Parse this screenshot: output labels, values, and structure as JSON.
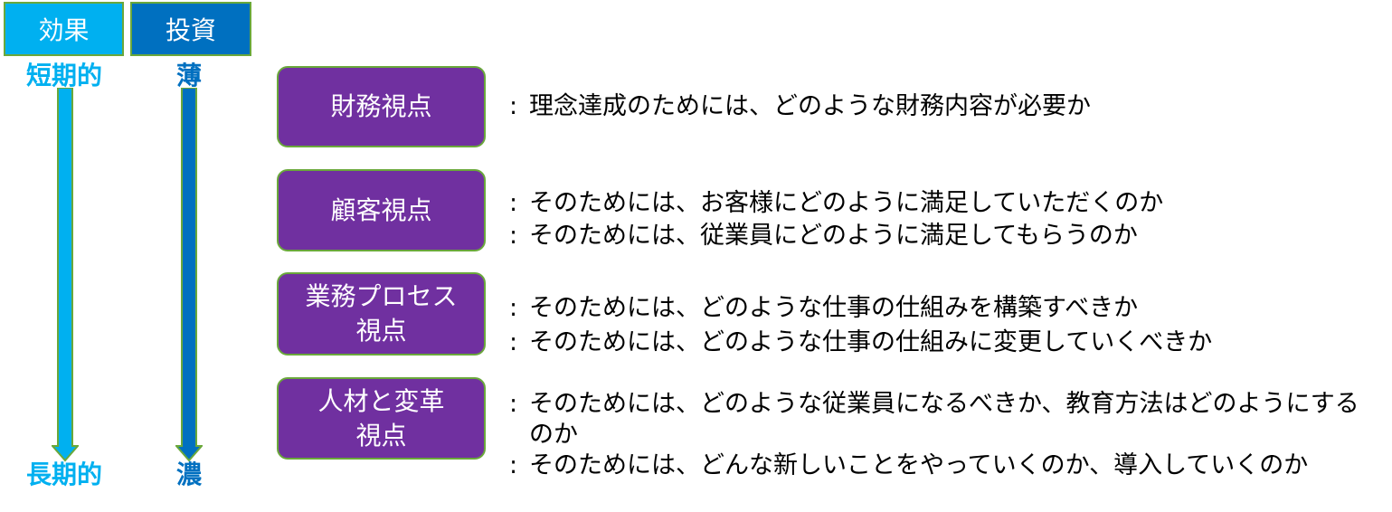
{
  "headers": {
    "effect": "効果",
    "investment": "投資"
  },
  "axis_labels": {
    "effect_top": "短期的",
    "effect_bottom": "長期的",
    "investment_top": "薄",
    "investment_bottom": "濃"
  },
  "perspectives": [
    {
      "label_lines": [
        "財務視点"
      ],
      "descriptions": [
        [
          ":",
          "理念達成のためには、どのような財務内容が必要か"
        ]
      ]
    },
    {
      "label_lines": [
        "顧客視点"
      ],
      "descriptions": [
        [
          ":",
          "そのためには、お客様にどのように満足していただくのか"
        ],
        [
          ":",
          "そのためには、従業員にどのように満足してもらうのか"
        ]
      ]
    },
    {
      "label_lines": [
        "業務プロセス",
        "視点"
      ],
      "descriptions": [
        [
          ":",
          "そのためには、どのような仕事の仕組みを構築すべきか"
        ],
        [
          ":",
          "そのためには、どのような仕事の仕組みに変更していくべきか"
        ]
      ]
    },
    {
      "label_lines": [
        "人材と変革",
        "視点"
      ],
      "descriptions": [
        [
          ":",
          "そのためには、どのような従業員になるべきか、教育方法はどのようにする"
        ],
        [
          "",
          "のか"
        ],
        [
          ":",
          "そのためには、どんな新しいことをやっていくのか、導入していくのか"
        ]
      ]
    }
  ],
  "colors": {
    "effect": "#00b0f0",
    "investment": "#0070c0",
    "box_fill": "#7030a0",
    "border": "#6aa83b"
  }
}
